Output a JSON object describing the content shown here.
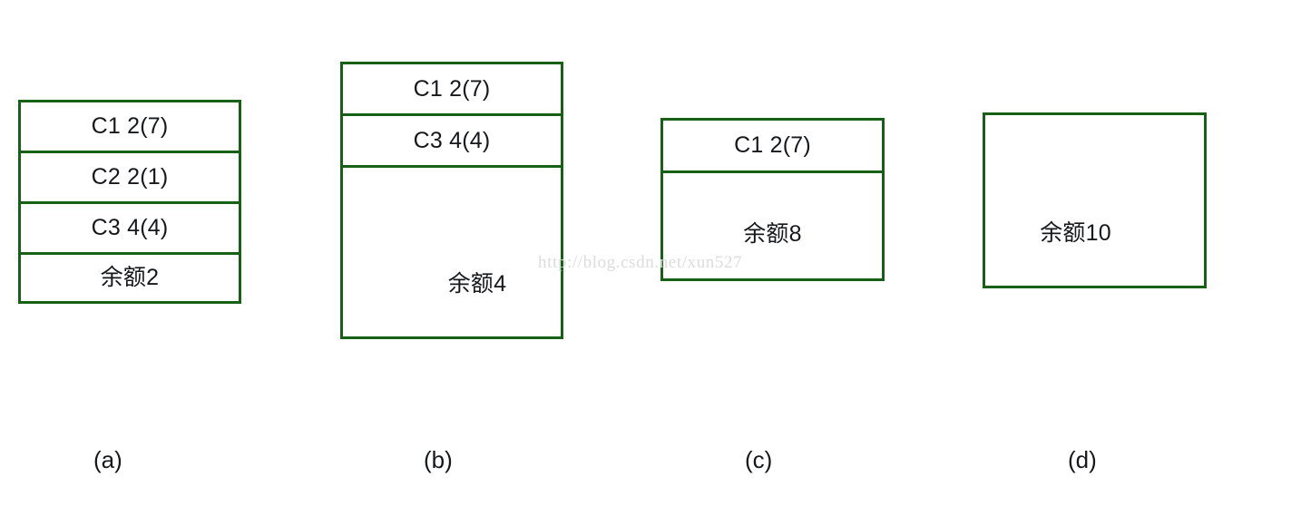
{
  "figure": {
    "type": "diagram",
    "description": "Four memory-allocation block diagrams showing progressive deallocation, each drawn as a green-outlined rectangle partitioned into horizontal cells",
    "background_color": "#ffffff",
    "border_color": "#176117",
    "text_color": "#16181c",
    "watermark": {
      "text": "http://blog.csdn.net/xun527",
      "color": "#dcdcdc"
    }
  },
  "diagrams": [
    {
      "caption": "(a)",
      "cells": [
        {
          "label": "C1 2(7)"
        },
        {
          "label": "C2 2(1)"
        },
        {
          "label": "C3 4(4)"
        },
        {
          "label": "余额2"
        }
      ]
    },
    {
      "caption": "(b)",
      "cells": [
        {
          "label": "C1 2(7)"
        },
        {
          "label": "C3 4(4)"
        },
        {
          "label": "余额4"
        }
      ]
    },
    {
      "caption": "(c)",
      "cells": [
        {
          "label": "C1 2(7)"
        },
        {
          "label": "余额8"
        }
      ]
    },
    {
      "caption": "(d)",
      "cells": [
        {
          "label": "余额10"
        }
      ]
    }
  ]
}
